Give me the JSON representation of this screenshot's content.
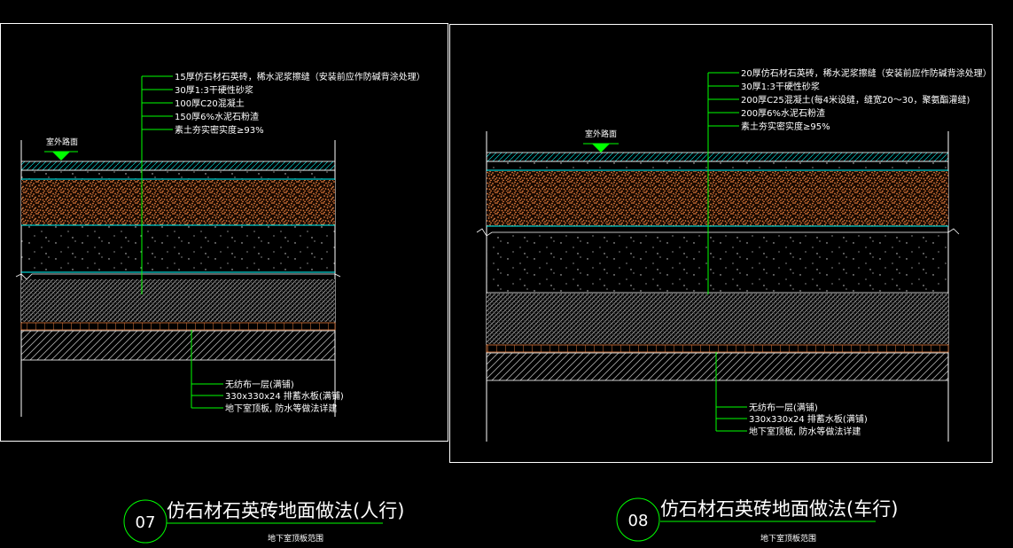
{
  "colors": {
    "frame": "#ffffff",
    "leader": "#00ff00",
    "layer_line": "#00ffff",
    "gravel": "#e07a3c",
    "ground_marker": "#00ff00",
    "circle": "#00ff00"
  },
  "panel_07": {
    "ground_label": "室外路面",
    "top_labels": [
      "15厚仿石材石英砖，稀水泥浆擦缝（安装前应作防碱背涂处理）",
      "30厚1:3干硬性砂浆",
      "100厚C20混凝土",
      "150厚6%水泥石粉渣",
      "素土夯实密实度≥93%"
    ],
    "bottom_labels": [
      "无纺布一层(满铺)",
      "330x330x24 排蓄水板(满铺)",
      "地下室顶板, 防水等做法详建"
    ],
    "number": "07",
    "title": "仿石材石英砖地面做法(人行)",
    "subtitle": "地下室顶板范围"
  },
  "panel_08": {
    "ground_label": "室外路面",
    "top_labels": [
      "20厚仿石材石英砖，稀水泥浆擦缝（安装前应作防碱背涂处理）",
      "30厚1:3干硬性砂浆",
      "200厚C25混凝土(每4米设缝，缝宽20～30，聚氨酯灌缝)",
      "200厚6%水泥石粉渣",
      "素土夯实密实度≥95%"
    ],
    "bottom_labels": [
      "无纺布一层(满铺)",
      "330x330x24 排蓄水板(满铺)",
      "地下室顶板, 防水等做法详建"
    ],
    "number": "08",
    "title": "仿石材石英砖地面做法(车行)",
    "subtitle": "地下室顶板范围"
  }
}
